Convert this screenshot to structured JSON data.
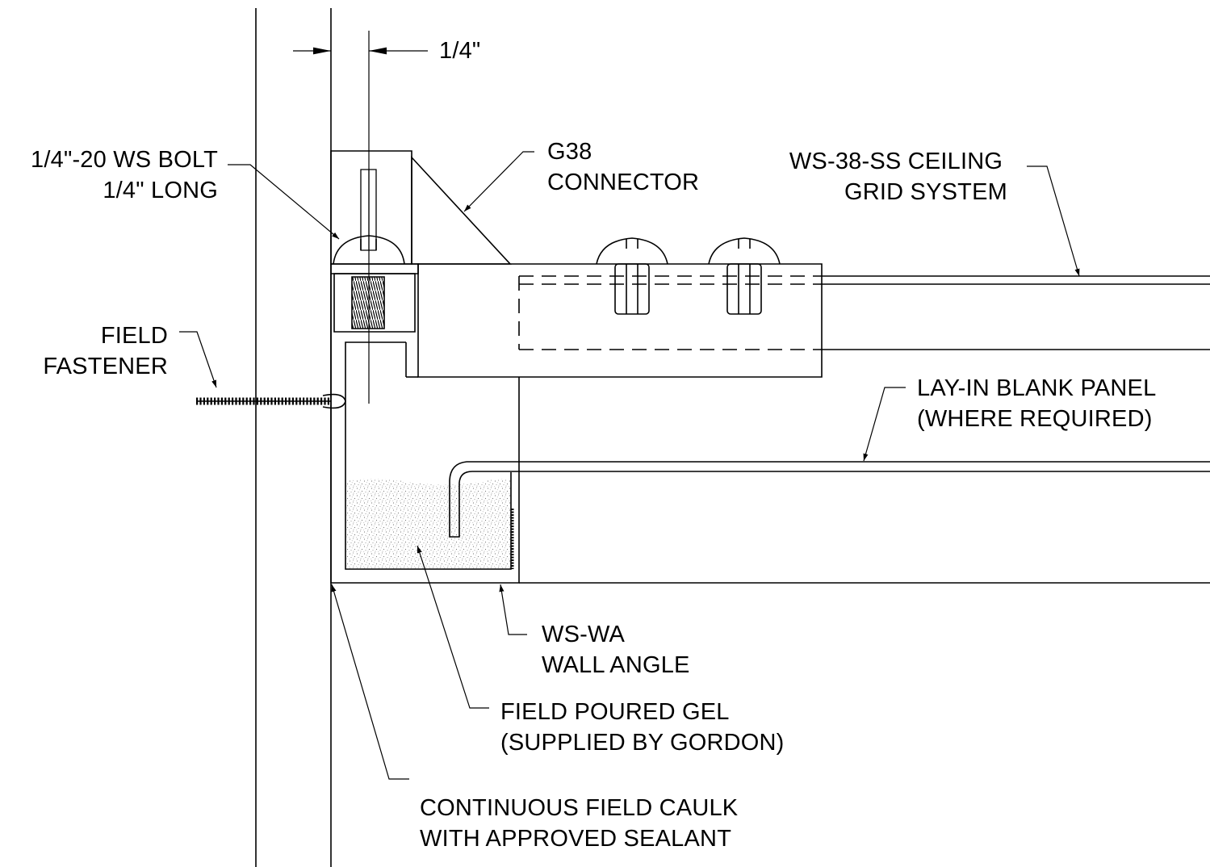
{
  "dimension": {
    "text": "1/4\""
  },
  "labels": {
    "bolt": {
      "line1": "1/4\"-20 WS BOLT",
      "line2": "1/4\" LONG"
    },
    "connector": {
      "line1": "G38",
      "line2": "CONNECTOR"
    },
    "grid": {
      "line1": "WS-38-SS CEILING",
      "line2": "GRID SYSTEM"
    },
    "fastener": {
      "line1": "FIELD",
      "line2": "FASTENER"
    },
    "panel": {
      "line1": "LAY-IN BLANK PANEL",
      "line2": "(WHERE REQUIRED)"
    },
    "wall_angle": {
      "line1": "WS-WA",
      "line2": "WALL ANGLE"
    },
    "gel": {
      "line1": "FIELD POURED GEL",
      "line2": "(SUPPLIED BY GORDON)"
    },
    "caulk": {
      "line1": "CONTINUOUS FIELD CAULK",
      "line2": "WITH APPROVED SEALANT"
    }
  },
  "colors": {
    "ink": "#000000",
    "background": "#ffffff",
    "gel_stipple": "#7a7a7a"
  }
}
